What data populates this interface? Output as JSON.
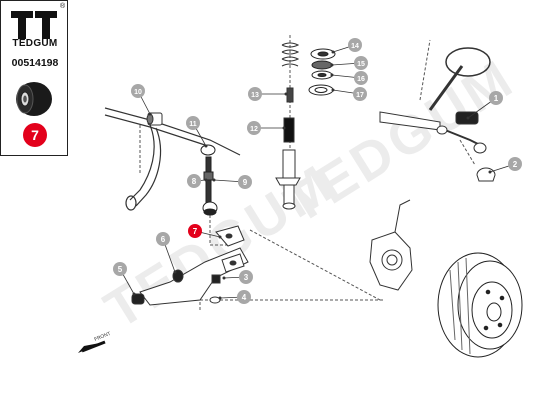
{
  "infobox": {
    "brand": "TEDGUM",
    "part_number": "00514198",
    "highlight_number": "7",
    "registered_mark": "®"
  },
  "watermark": "TEDGUM",
  "front_arrow_label": "FRONT",
  "callouts": [
    {
      "id": "1",
      "label": "1"
    },
    {
      "id": "2",
      "label": "2"
    },
    {
      "id": "3",
      "label": "3"
    },
    {
      "id": "4",
      "label": "4"
    },
    {
      "id": "5",
      "label": "5"
    },
    {
      "id": "6",
      "label": "6"
    },
    {
      "id": "7",
      "label": "7"
    },
    {
      "id": "8",
      "label": "8"
    },
    {
      "id": "9",
      "label": "9"
    },
    {
      "id": "10",
      "label": "10"
    },
    {
      "id": "11",
      "label": "11"
    },
    {
      "id": "12",
      "label": "12"
    },
    {
      "id": "13",
      "label": "13"
    },
    {
      "id": "14",
      "label": "14"
    },
    {
      "id": "15",
      "label": "15"
    },
    {
      "id": "16",
      "label": "16"
    },
    {
      "id": "17",
      "label": "17"
    }
  ],
  "colors": {
    "highlight": "#e3001b",
    "callout_fill": "#a7a7a7",
    "line": "#333333",
    "watermark": "#ebebeb"
  }
}
